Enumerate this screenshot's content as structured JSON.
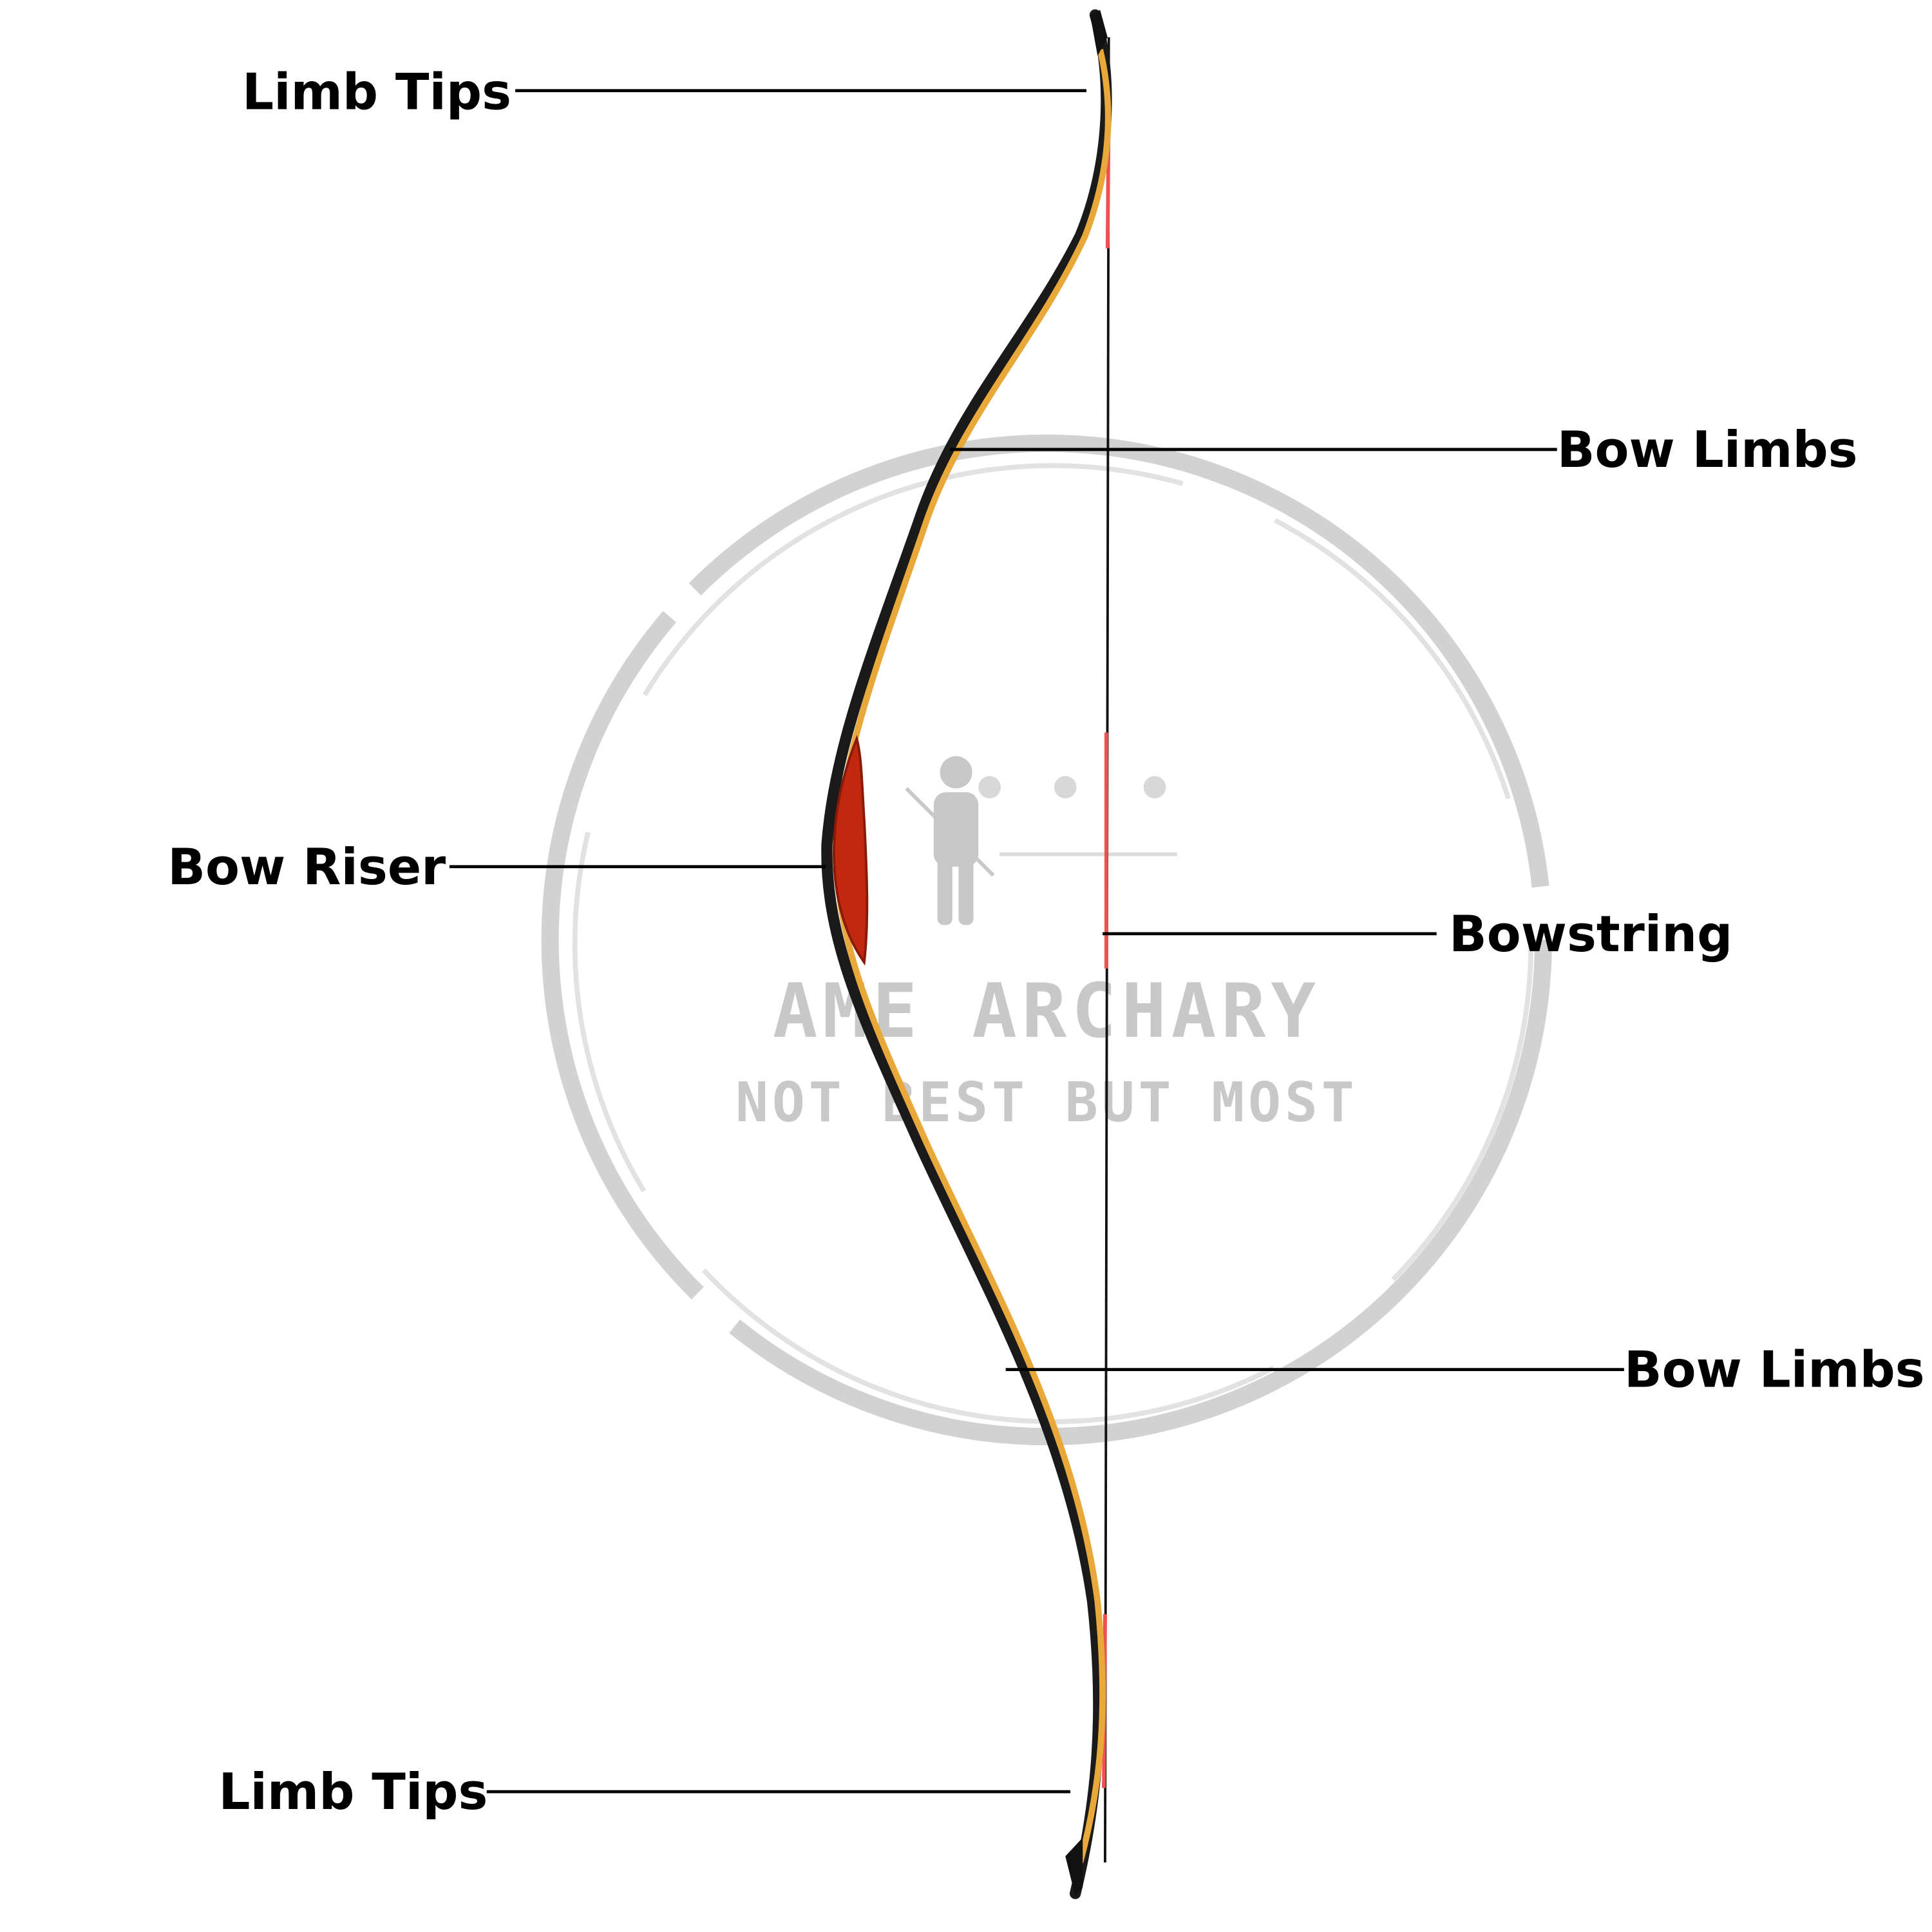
{
  "labels": {
    "top_limb_tips": "Limb Tips",
    "upper_bow_limbs": "Bow Limbs",
    "bow_riser": "Bow Riser",
    "bowstring": "Bowstring",
    "lower_bow_limbs": "Bow Limbs",
    "bottom_limb_tips": "Limb Tips"
  },
  "watermark": {
    "brand": "AME ARCHARY",
    "slogan": "NOT BEST BUT MOST"
  },
  "colors": {
    "limb_face": "#e8a93a",
    "limb_back": "#1a1a1a",
    "riser": "#c0280f",
    "string": "#111111",
    "string_serving": "#f05050",
    "watermark": "#c8c8c8"
  }
}
